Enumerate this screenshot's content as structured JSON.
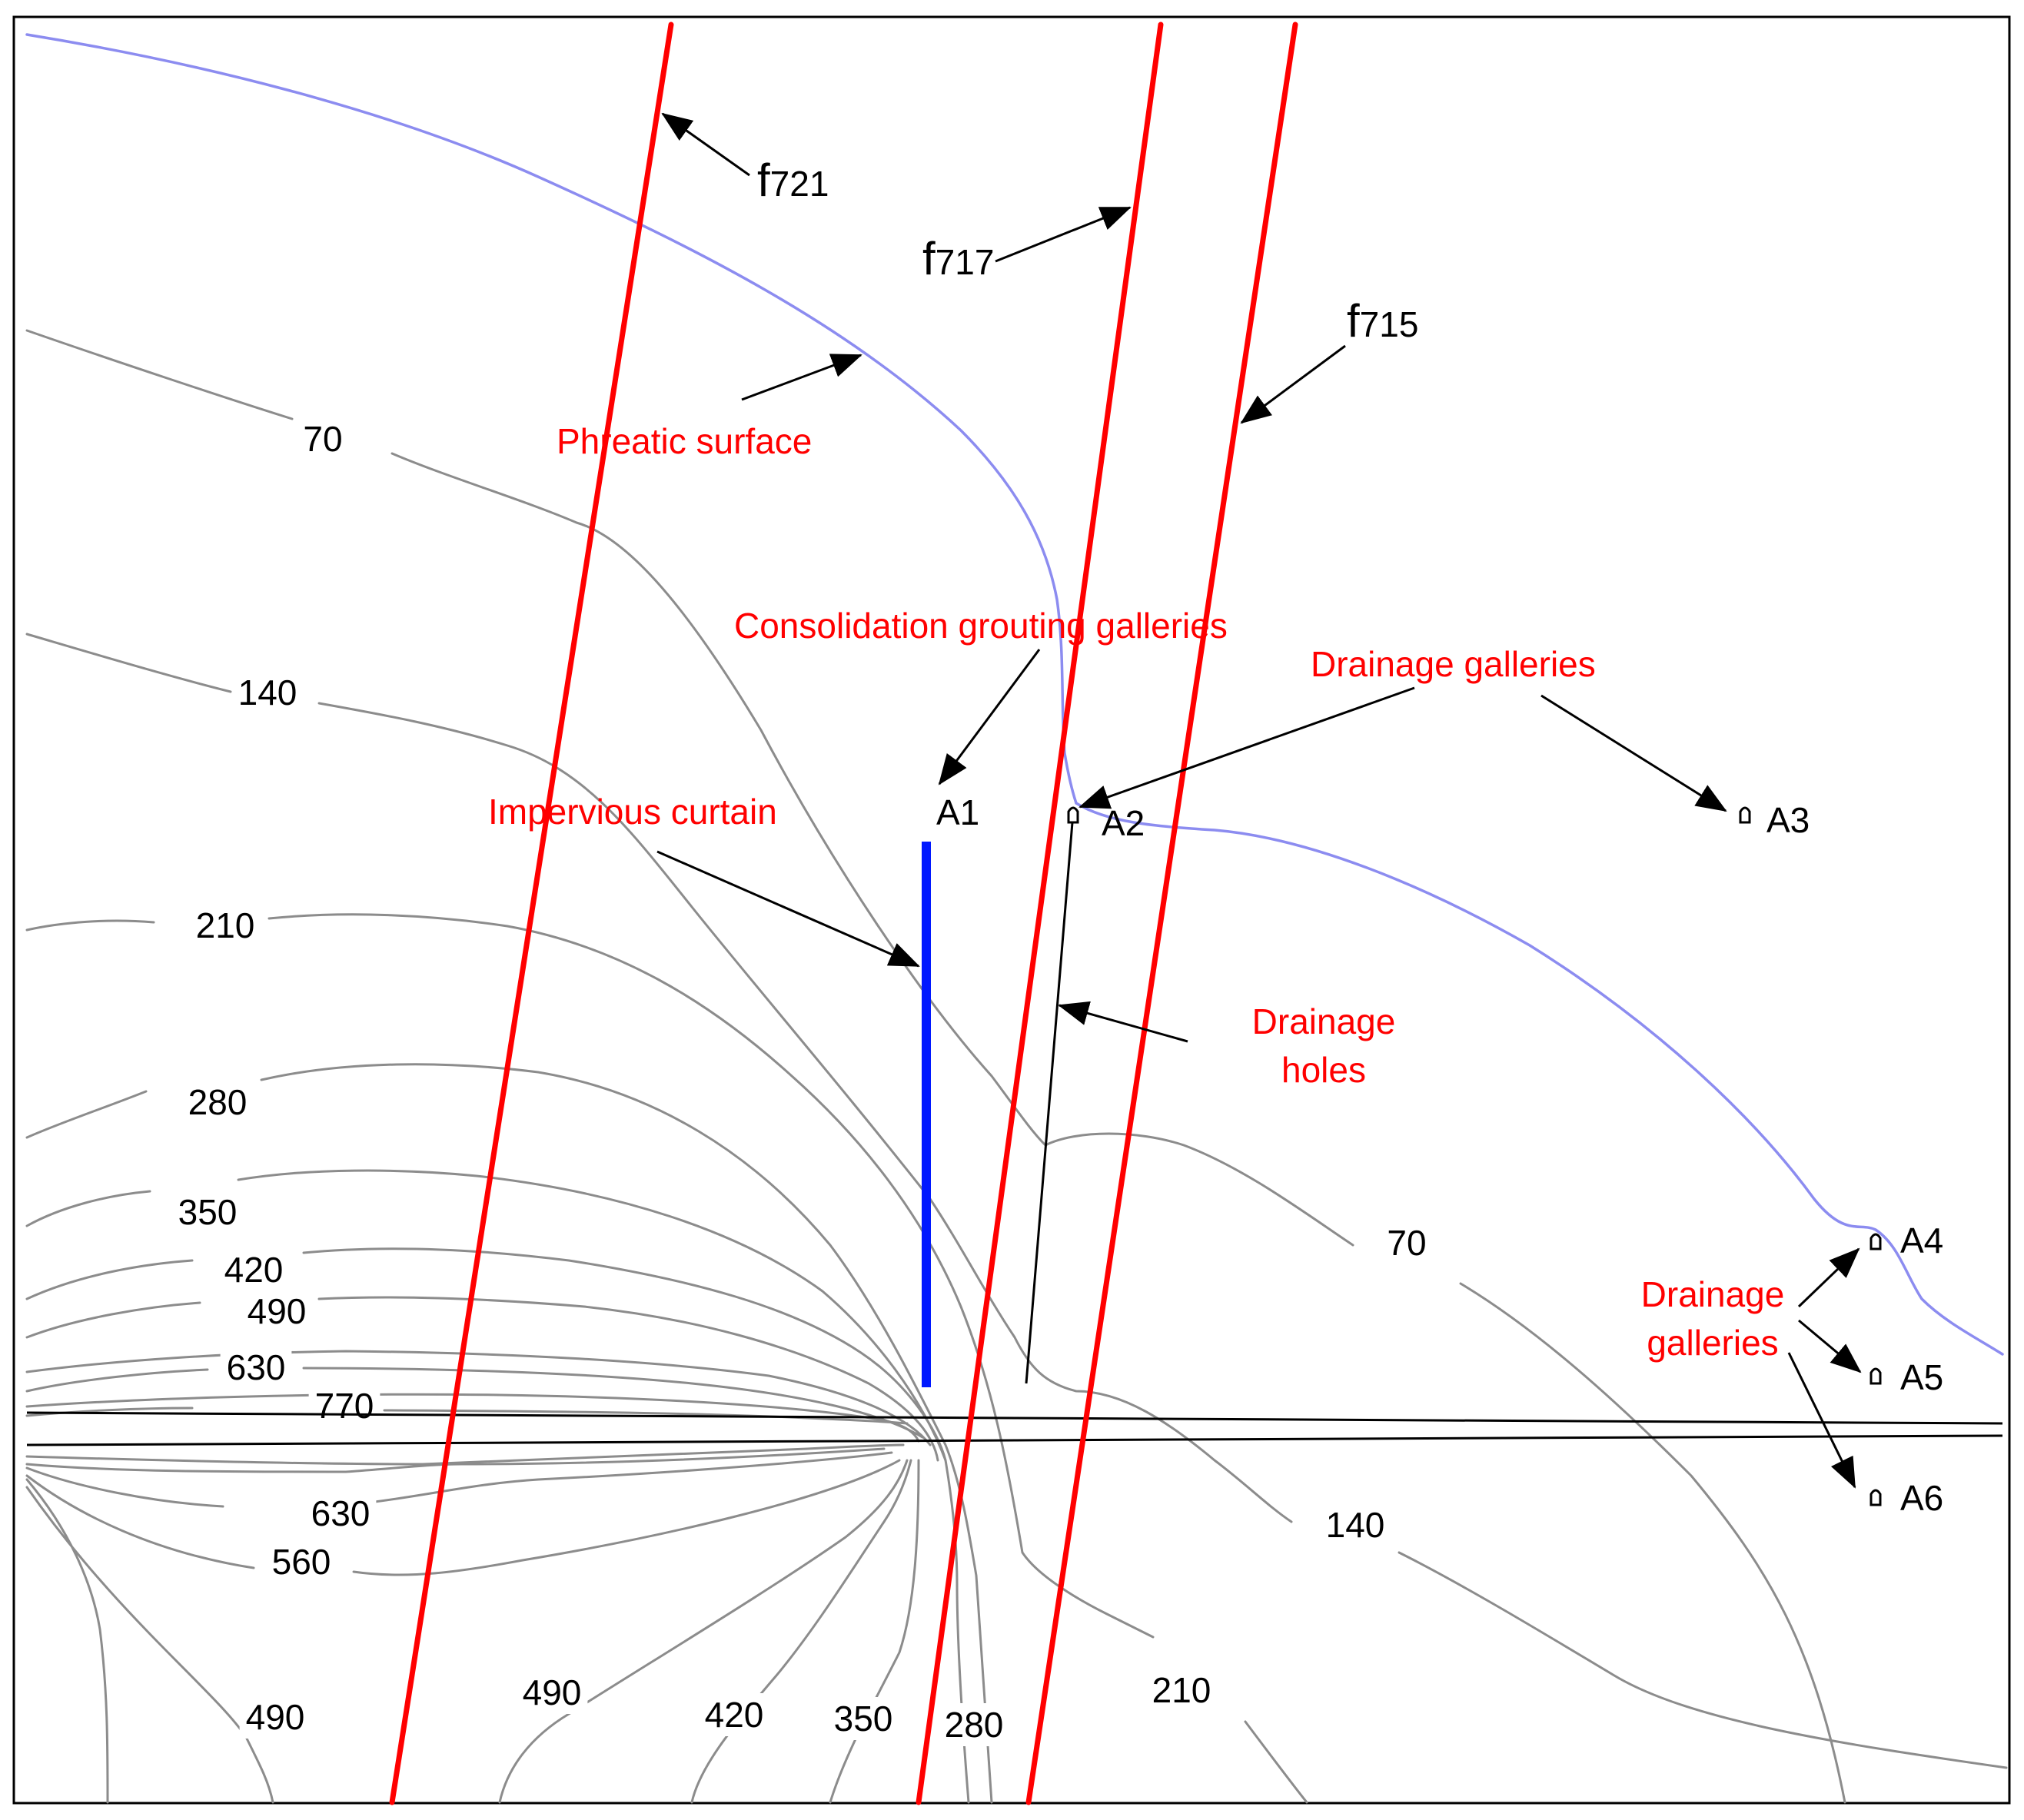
{
  "contour_labels": [
    {
      "id": "c70-a",
      "text": "70"
    },
    {
      "id": "c140-a",
      "text": "140"
    },
    {
      "id": "c210-a",
      "text": "210"
    },
    {
      "id": "c280-a",
      "text": "280"
    },
    {
      "id": "c350-a",
      "text": "350"
    },
    {
      "id": "c420-a",
      "text": "420"
    },
    {
      "id": "c490-a",
      "text": "490"
    },
    {
      "id": "c630-a",
      "text": "630"
    },
    {
      "id": "c770",
      "text": "770"
    },
    {
      "id": "c630-b",
      "text": "630"
    },
    {
      "id": "c560",
      "text": "560"
    },
    {
      "id": "c490-b",
      "text": "490"
    },
    {
      "id": "c490-c",
      "text": "490"
    },
    {
      "id": "c420-b",
      "text": "420"
    },
    {
      "id": "c350-b",
      "text": "350"
    },
    {
      "id": "c280-b",
      "text": "280"
    },
    {
      "id": "c210-b",
      "text": "210"
    },
    {
      "id": "c140-b",
      "text": "140"
    },
    {
      "id": "c70-b",
      "text": "70"
    }
  ],
  "faults": [
    {
      "id": "f721",
      "letter": "f",
      "number": "721"
    },
    {
      "id": "f717",
      "letter": "f",
      "number": "717"
    },
    {
      "id": "f715",
      "letter": "f",
      "number": "715"
    }
  ],
  "annotations": {
    "phreatic_surface": "Phreatic surface",
    "consolidation_grouting_galleries": "Consolidation grouting galleries",
    "drainage_galleries_top": "Drainage galleries",
    "impervious_curtain": "Impervious curtain",
    "drainage_holes_line1": "Drainage",
    "drainage_holes_line2": "holes",
    "drainage_galleries_right_line1": "Drainage",
    "drainage_galleries_right_line2": "galleries"
  },
  "galleries": [
    {
      "id": "A1",
      "label": "A1"
    },
    {
      "id": "A2",
      "label": "A2"
    },
    {
      "id": "A3",
      "label": "A3"
    },
    {
      "id": "A4",
      "label": "A4"
    },
    {
      "id": "A5",
      "label": "A5"
    },
    {
      "id": "A6",
      "label": "A6"
    }
  ],
  "colors": {
    "fault": "#ff0000",
    "curtain": "#0018ff",
    "phreatic": "#8c8cf0",
    "contour": "#8c8c8c",
    "annotation": "#ff0000"
  }
}
